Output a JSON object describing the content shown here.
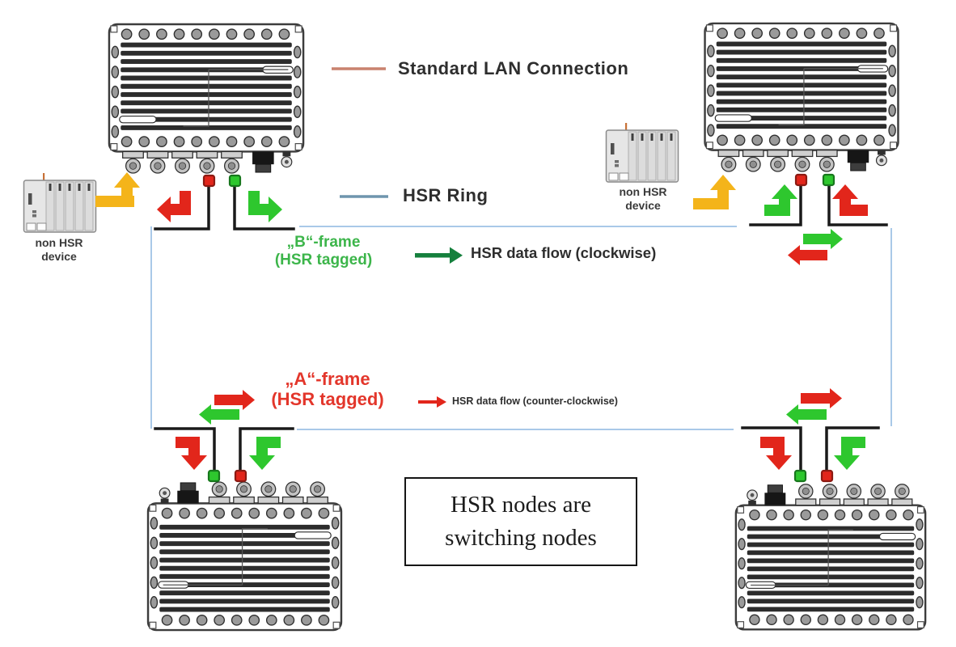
{
  "colors": {
    "red": "#e2261b",
    "green": "#2ec72e",
    "dark-green": "#15803d",
    "yellow": "#f4b41a",
    "ring-blue": "#a9c9e8",
    "legend-blue": "#6f95ad",
    "legend-salmon": "#c9826f",
    "green-text": "#3cb54a",
    "red-text": "#e3362b",
    "ink": "#2e2e2e",
    "line-black": "#1a1a1a"
  },
  "legend": {
    "standard_lan_label": "Standard LAN Connection",
    "hsr_ring_label": "HSR Ring",
    "b_frame_line1": "„B“-frame",
    "b_frame_line2": "(HSR tagged)",
    "clockwise_label": "HSR data flow (clockwise)",
    "a_frame_line1": "„A“-frame",
    "a_frame_line2": "(HSR tagged)",
    "counter_clockwise_label": "HSR data flow (counter-clockwise)"
  },
  "note_box": {
    "line1": "HSR nodes are",
    "line2": "switching nodes"
  },
  "devices": {
    "non_hsr_left_line1": "non HSR",
    "non_hsr_left_line2": "device",
    "non_hsr_right_line1": "non HSR",
    "non_hsr_right_line2": "device"
  }
}
